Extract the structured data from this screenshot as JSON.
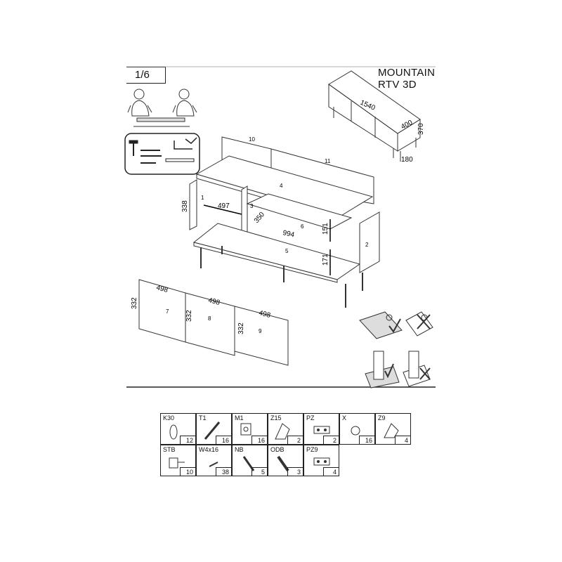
{
  "header": {
    "page_number": "1/6",
    "product_line1": "MOUNTAIN",
    "product_line2": "RTV 3D"
  },
  "overview_dimensions": {
    "width": "1540",
    "depth": "400",
    "height": "370",
    "leg_height": "180"
  },
  "assembly_labels": {
    "parts": [
      "1",
      "2",
      "3",
      "4",
      "5",
      "6",
      "10",
      "11"
    ],
    "dims": {
      "side_height": "338",
      "compartment_width": "497",
      "panel_depth": "350",
      "shelf_width": "994",
      "upper_gap": "151",
      "lower_gap": "171"
    }
  },
  "doors": [
    {
      "part": "7",
      "width": "498",
      "height": "332"
    },
    {
      "part": "8",
      "width": "498",
      "height": "332"
    },
    {
      "part": "9",
      "width": "498",
      "height": "332"
    }
  ],
  "fittings": [
    {
      "code": "K30",
      "qty": "12",
      "icon": "dowel-icon"
    },
    {
      "code": "T1",
      "qty": "16",
      "icon": "confirmat-screw-icon"
    },
    {
      "code": "M1",
      "qty": "16",
      "icon": "cam-lock-icon"
    },
    {
      "code": "Z15",
      "qty": "2",
      "icon": "hinge-icon"
    },
    {
      "code": "PZ",
      "qty": "2",
      "icon": "door-catch-icon"
    },
    {
      "code": "X",
      "qty": "16",
      "icon": "cover-cap-icon"
    },
    {
      "code": "Z9",
      "qty": "4",
      "icon": "hinge-small-icon"
    },
    {
      "code": "STB",
      "qty": "10",
      "icon": "shelf-bracket-icon"
    },
    {
      "code": "W4x16",
      "qty": "38",
      "icon": "wood-screw-icon"
    },
    {
      "code": "NB",
      "qty": "5",
      "icon": "furniture-leg-icon"
    },
    {
      "code": "ODB",
      "qty": "3",
      "icon": "bumper-icon"
    },
    {
      "code": "PZ9",
      "qty": "4",
      "icon": "push-latch-icon"
    }
  ]
}
